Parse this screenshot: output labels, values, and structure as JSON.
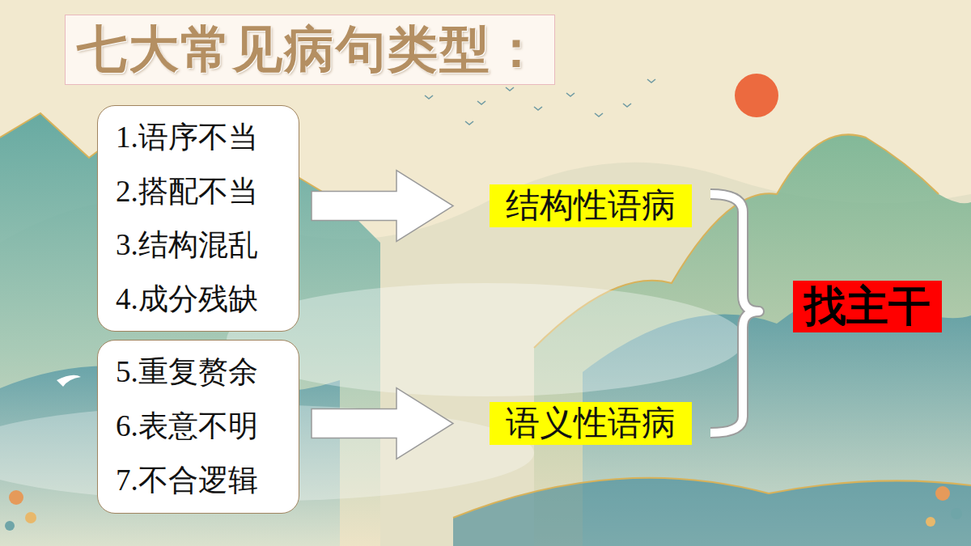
{
  "diagram": {
    "title": "七大常见病句类型：",
    "nodes": [
      {
        "text": [
          "1.语序不当",
          "2.搭配不当",
          "3.结构混乱",
          "4.成分残缺"
        ]
      },
      {
        "text": [
          "5.重复赘余",
          "6.表意不明",
          "7.不合逻辑"
        ]
      },
      {
        "text": [
          "结构性语病"
        ]
      },
      {
        "text": [
          "语义性语病"
        ]
      },
      {
        "text": [
          "找主干"
        ]
      }
    ],
    "edges": [
      {
        "from": 0,
        "to": 2,
        "arrow": "to"
      },
      {
        "from": 1,
        "to": 3,
        "arrow": "to"
      }
    ]
  }
}
